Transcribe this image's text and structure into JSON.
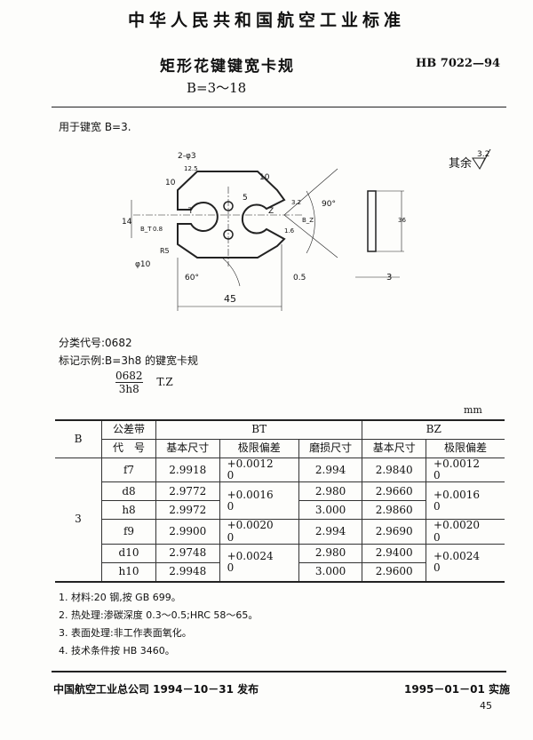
{
  "header": {
    "standard_org": "中华人民共和国航空工业标准",
    "title": "矩形花键键宽卡规",
    "subtitle": "B=3～18",
    "code": "HB 7022—94"
  },
  "usage": "用于键宽 B=3.",
  "drawing": {
    "labels": [
      "2-φ3",
      "12.5",
      "10",
      "10",
      "5",
      "T",
      "Z",
      "14",
      "B_T",
      "0.8",
      "φ10",
      "R5",
      "60°",
      "45",
      "0.5",
      "90°",
      "B_Z",
      "1.6",
      "3.2",
      "36",
      "3"
    ],
    "roughness_note": "其余",
    "roughness_value": "3.2"
  },
  "classification": "分类代号:0682",
  "marking_example": "标记示例:B=3h8 的键宽卡规",
  "marking": {
    "numerator": "0682",
    "denominator": "3h8",
    "suffix": "T.Z"
  },
  "table": {
    "unit": "mm",
    "headers": {
      "b": "B",
      "code_top": "公差带",
      "code_bottom": "代　号",
      "bt": "BT",
      "bz": "BZ",
      "basic": "基本尺寸",
      "deviation": "极限偏差",
      "wear": "磨损尺寸",
      "basic2": "基本尺寸",
      "deviation2": "极限偏差"
    },
    "b_value": "3",
    "rows": [
      {
        "code": "f7",
        "bt_basic": "2.9918",
        "bt_dev_upper": "+0.0012",
        "bt_dev_lower": "0",
        "wear": "2.994",
        "bz_basic": "2.9840",
        "bz_dev_upper": "+0.0012",
        "bz_dev_lower": "0"
      },
      {
        "code": "d8",
        "bt_basic": "2.9772",
        "bt_dev_upper": "+0.0016",
        "bt_dev_lower": "0",
        "wear": "2.980",
        "bz_basic": "2.9660",
        "bz_dev_upper": "+0.0016",
        "bz_dev_lower": "0"
      },
      {
        "code": "h8",
        "bt_basic": "2.9972",
        "wear": "3.000",
        "bz_basic": "2.9860"
      },
      {
        "code": "f9",
        "bt_basic": "2.9900",
        "bt_dev_upper": "+0.0020",
        "bt_dev_lower": "0",
        "wear": "2.994",
        "bz_basic": "2.9690",
        "bz_dev_upper": "+0.0020",
        "bz_dev_lower": "0"
      },
      {
        "code": "d10",
        "bt_basic": "2.9748",
        "bt_dev_upper": "+0.0024",
        "bt_dev_lower": "0",
        "wear": "2.980",
        "bz_basic": "2.9400",
        "bz_dev_upper": "+0.0024",
        "bz_dev_lower": "0"
      },
      {
        "code": "h10",
        "bt_basic": "2.9948",
        "wear": "3.000",
        "bz_basic": "2.9600"
      }
    ]
  },
  "notes": [
    "1. 材料:20 钢,按 GB 699。",
    "2. 热处理:渗碳深度 0.3～0.5;HRC 58～65。",
    "3. 表面处理:非工作表面氧化。",
    "4. 技术条件按 HB 3460。"
  ],
  "footer": {
    "issued": "中国航空工业总公司 1994－10－31 发布",
    "effective": "1995－01－01 实施",
    "page": "45"
  }
}
